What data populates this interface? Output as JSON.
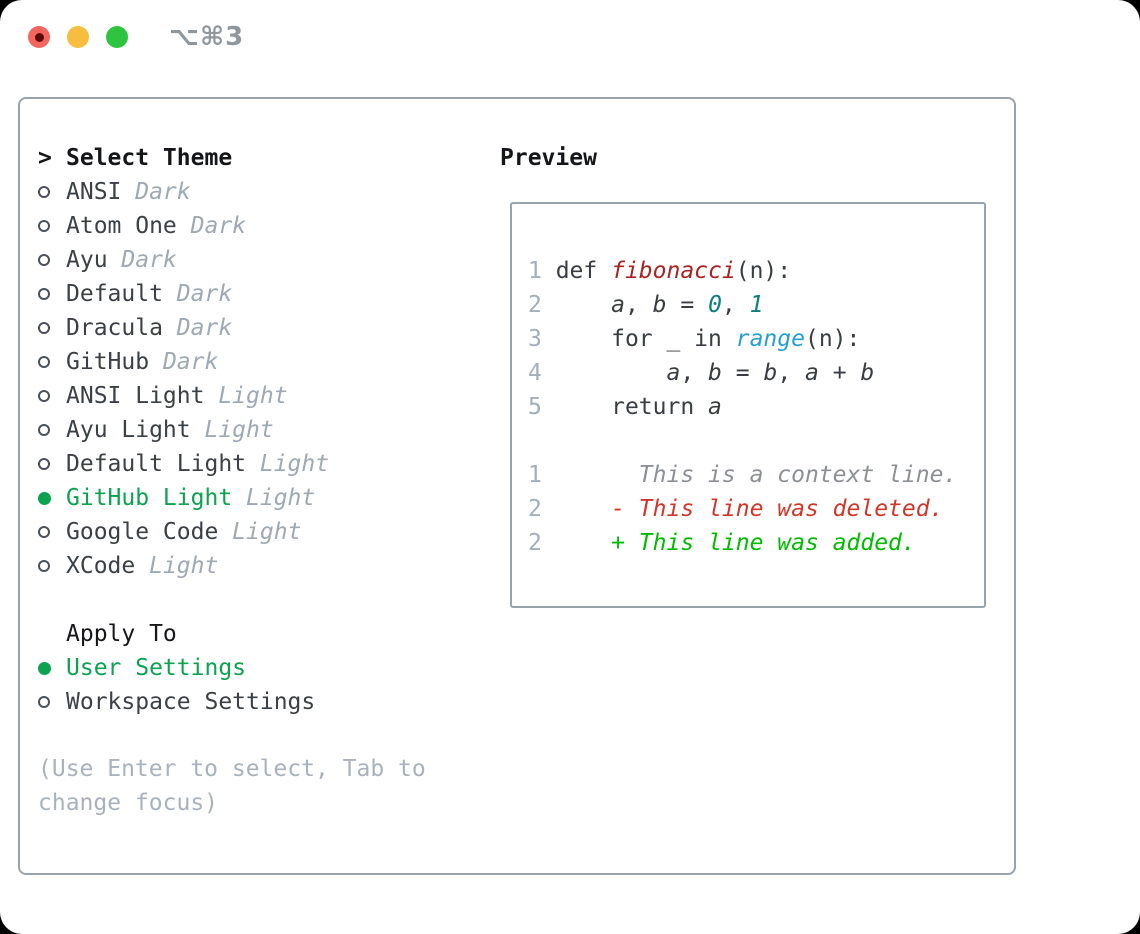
{
  "titlebar": {
    "title": "⌥⌘3",
    "buttons": [
      "close",
      "minimize",
      "zoom"
    ]
  },
  "colors": {
    "selected_green": "#0ba350",
    "added_green": "#00bc00",
    "deleted_red": "#d0362a",
    "function_red": "#a82321",
    "number_teal": "#0d7e7e",
    "builtin_blue": "#26a0d4",
    "muted_gray": "#9fa9b3",
    "border_gray": "#99a3ad",
    "traffic_red": "#f4655e",
    "traffic_yellow": "#f6bd3e",
    "traffic_green": "#2ec43f"
  },
  "theme_panel": {
    "header": {
      "prompt": ">",
      "label": "Select Theme"
    },
    "themes": [
      {
        "name": "ANSI",
        "tag": "Dark",
        "selected": false
      },
      {
        "name": "Atom One",
        "tag": "Dark",
        "selected": false
      },
      {
        "name": "Ayu",
        "tag": "Dark",
        "selected": false
      },
      {
        "name": "Default",
        "tag": "Dark",
        "selected": false
      },
      {
        "name": "Dracula",
        "tag": "Dark",
        "selected": false
      },
      {
        "name": "GitHub",
        "tag": "Dark",
        "selected": false
      },
      {
        "name": "ANSI Light",
        "tag": "Light",
        "selected": false
      },
      {
        "name": "Ayu Light",
        "tag": "Light",
        "selected": false
      },
      {
        "name": "Default Light",
        "tag": "Light",
        "selected": false
      },
      {
        "name": "GitHub Light",
        "tag": "Light",
        "selected": true
      },
      {
        "name": "Google Code",
        "tag": "Light",
        "selected": false
      },
      {
        "name": "XCode",
        "tag": "Light",
        "selected": false
      }
    ],
    "apply_to": {
      "label": "Apply To",
      "options": [
        {
          "name": "User Settings",
          "selected": true
        },
        {
          "name": "Workspace Settings",
          "selected": false
        }
      ]
    },
    "hint_lines": [
      "(Use Enter to select, Tab to",
      "change focus)"
    ]
  },
  "preview": {
    "label": "Preview",
    "code_lines": [
      [
        {
          "t": "1 ",
          "s": "num"
        },
        {
          "t": "def ",
          "s": "plain"
        },
        {
          "t": "fibonacci",
          "s": "func"
        },
        {
          "t": "(n):",
          "s": "plain"
        }
      ],
      [
        {
          "t": "2 ",
          "s": "num"
        },
        {
          "t": "    ",
          "s": "plain"
        },
        {
          "t": "a",
          "s": "var"
        },
        {
          "t": ", ",
          "s": "plain"
        },
        {
          "t": "b",
          "s": "var"
        },
        {
          "t": " = ",
          "s": "plain"
        },
        {
          "t": "0",
          "s": "int"
        },
        {
          "t": ", ",
          "s": "plain"
        },
        {
          "t": "1",
          "s": "int"
        }
      ],
      [
        {
          "t": "3 ",
          "s": "num"
        },
        {
          "t": "    for _ in ",
          "s": "plain"
        },
        {
          "t": "range",
          "s": "builtin"
        },
        {
          "t": "(n):",
          "s": "plain"
        }
      ],
      [
        {
          "t": "4 ",
          "s": "num"
        },
        {
          "t": "        ",
          "s": "plain"
        },
        {
          "t": "a",
          "s": "var"
        },
        {
          "t": ", ",
          "s": "plain"
        },
        {
          "t": "b",
          "s": "var"
        },
        {
          "t": " = ",
          "s": "plain"
        },
        {
          "t": "b",
          "s": "var"
        },
        {
          "t": ", ",
          "s": "plain"
        },
        {
          "t": "a",
          "s": "var"
        },
        {
          "t": " + ",
          "s": "plain"
        },
        {
          "t": "b",
          "s": "var"
        }
      ],
      [
        {
          "t": "5 ",
          "s": "num"
        },
        {
          "t": "    return ",
          "s": "plain"
        },
        {
          "t": "a",
          "s": "var"
        }
      ],
      [
        {
          "t": "",
          "s": "plain"
        }
      ],
      [
        {
          "t": "1",
          "s": "num"
        },
        {
          "t": "       ",
          "s": "plain"
        },
        {
          "t": "This is a context line.",
          "s": "ctx"
        }
      ],
      [
        {
          "t": "2",
          "s": "num"
        },
        {
          "t": "     ",
          "s": "plain"
        },
        {
          "t": "- This line was deleted.",
          "s": "del"
        }
      ],
      [
        {
          "t": "2",
          "s": "num"
        },
        {
          "t": "     ",
          "s": "plain"
        },
        {
          "t": "+ This line was added.",
          "s": "add"
        }
      ]
    ]
  }
}
